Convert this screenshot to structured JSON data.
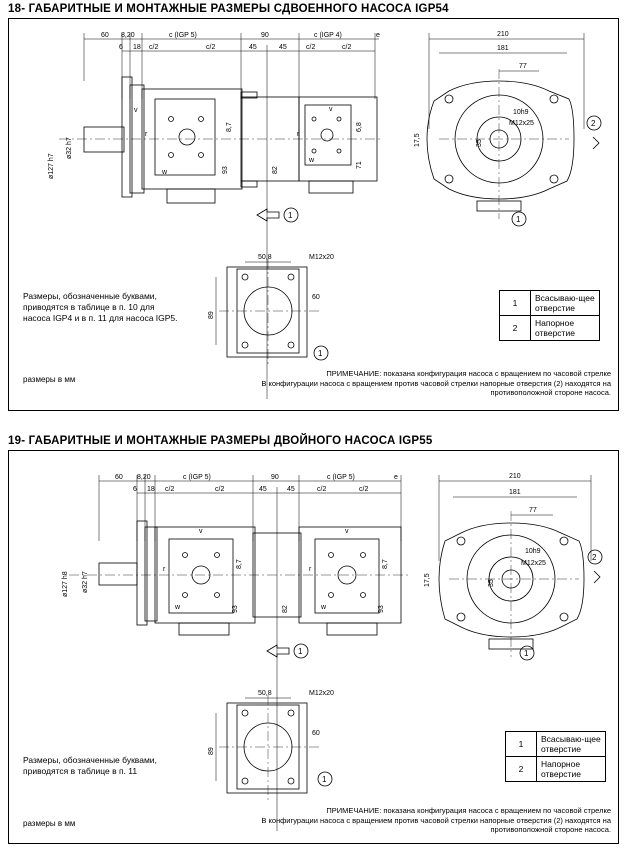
{
  "sec18": {
    "title": "18- ГАБАРИТНЫЕ И МОНТАЖНЫЕ РАЗМЕРЫ СДВОЕННОГО  НАСОСА IGP54",
    "note": "Размеры, обозначенные буквами, приводятся в таблице в п. 10 для насоса IGP4 и в п. 11 для насоса IGP5.",
    "units": "размеры в мм",
    "remark_line1": "ПРИМЕЧАНИЕ: показана конфигурация насоса с вращением по часовой стрелке",
    "remark_line2": "В конфигурации насоса с вращением против часовой стрелки напорные отверстия (2) находятся на противоположной стороне насоса.",
    "legend": [
      {
        "num": "1",
        "text": "Всасываю-щее отверстие"
      },
      {
        "num": "2",
        "text": "Напорное отверстие"
      }
    ],
    "dims": {
      "d60": "60",
      "d820": "8,20",
      "cigp5": "c (IGP 5)",
      "d90": "90",
      "cigp4": "c (IGP 4)",
      "e": "e",
      "d6": "6",
      "d18": "18",
      "c2": "c/2",
      "d45": "45",
      "d127": "ø127 h7",
      "d32": "ø32 h7",
      "d93": "93",
      "d82": "82",
      "d87": "8,7",
      "d68": "6,8",
      "d71": "71",
      "d210": "210",
      "d181": "181",
      "d77": "77",
      "d10h9": "10h9",
      "dm12": "M12x25",
      "d175": "17,5",
      "d35": "35",
      "d508": "50,8",
      "m12x20": "M12x20",
      "d60b": "60",
      "d89": "89",
      "r": "r",
      "v": "v",
      "w": "w",
      "c1": "1",
      "c2n": "2"
    }
  },
  "sec19": {
    "title": "19- ГАБАРИТНЫЕ И МОНТАЖНЫЕ РАЗМЕРЫ ДВОЙНОГО НАСОСА IGP55",
    "note": "Размеры, обозначенные буквами, приводятся в таблице в п. 11",
    "units": "размеры в мм",
    "remark_line1": "ПРИМЕЧАНИЕ: показана конфигурация насоса с вращением по часовой стрелке",
    "remark_line2": "В конфигурации насоса с вращением против часовой стрелки напорные отверстия (2) находятся на противоположной стороне насоса.",
    "legend": [
      {
        "num": "1",
        "text": "Всасываю-щее отверстие"
      },
      {
        "num": "2",
        "text": "Напорное отверстие"
      }
    ],
    "dims": {
      "d60": "60",
      "d820": "8,20",
      "cigp5": "c (IGP 5)",
      "d90": "90",
      "cigp5b": "c (IGP 5)",
      "e": "e",
      "d6": "6",
      "d18": "18",
      "c2": "c/2",
      "d45": "45",
      "d127": "ø127 h8",
      "d32": "ø32 h7",
      "d93": "93",
      "d82": "82",
      "d87": "8,7",
      "d210": "210",
      "d181": "181",
      "d77": "77",
      "d10h9": "10h9",
      "dm12": "M12x25",
      "d175": "17,5",
      "d35": "35",
      "d508": "50,8",
      "m12x20": "M12x20",
      "d60b": "60",
      "d89": "89",
      "r": "r",
      "v": "v",
      "w": "w",
      "c1": "1",
      "c2n": "2"
    }
  }
}
